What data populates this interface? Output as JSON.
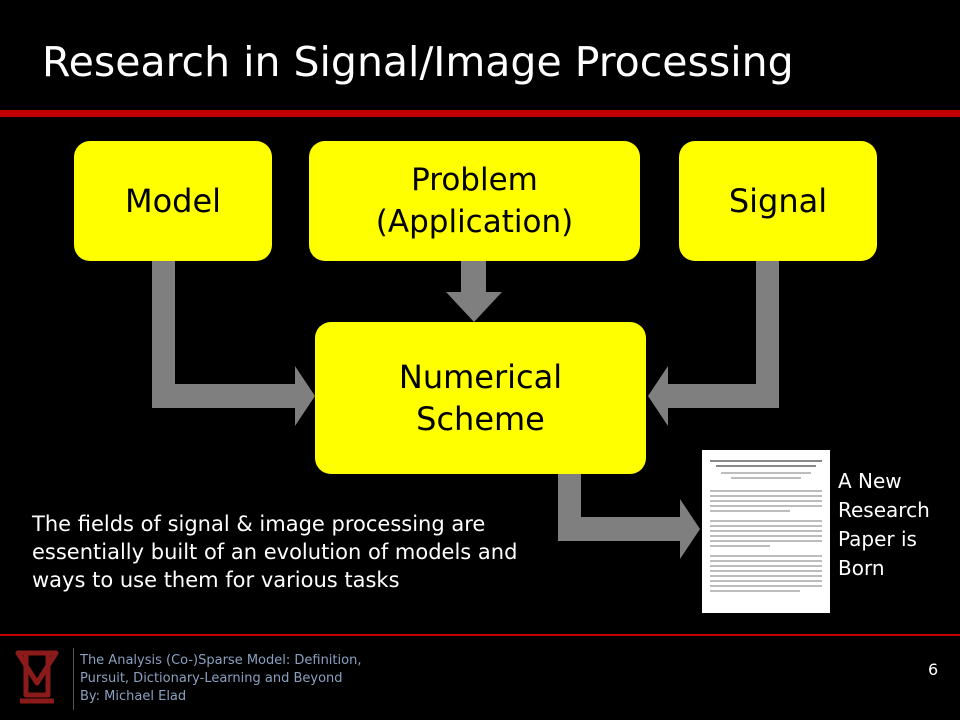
{
  "title": "Research in Signal/Image Processing",
  "diagram": {
    "model": "Model",
    "problem": "Problem\n(Application)",
    "signal": "Signal",
    "scheme": "Numerical\nScheme"
  },
  "caption": "The fields of signal & image processing are essentially built of an evolution of models and ways to use them for various tasks",
  "paper_label": "A New Research Paper is Born",
  "footer": {
    "line1": "The Analysis (Co-)Sparse Model: Definition,",
    "line2": "Pursuit, Dictionary-Learning and Beyond",
    "line3": "By: Michael Elad"
  },
  "page_number": "6",
  "colors": {
    "background": "#000000",
    "box": "#ffff00",
    "arrow": "#7f7f7f",
    "accent": "#c00000"
  },
  "icons": {
    "logo": "technion-logo-icon",
    "paper": "research-paper-icon"
  }
}
